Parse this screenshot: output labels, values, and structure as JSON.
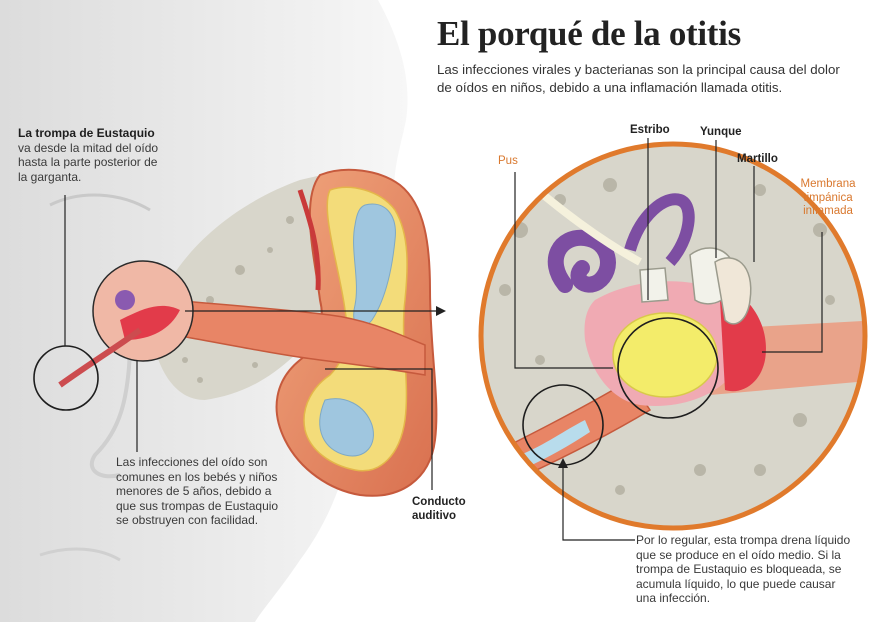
{
  "title": "El porqué de la otitis",
  "subtitle": "Las infecciones virales y bacterianas son la principal causa del dolor de oídos en niños, debido a una inflamación llamada otitis.",
  "notes": {
    "eustachian_title": "La trompa de Eustaquio",
    "eustachian_body": "va desde la mitad del oído hasta la parte posterior de la garganta.",
    "infections": "Las infecciones del oído son comunes en los bebés y niños menores de 5 años, debido a que sus trompas de Eustaquio se obstruyen con facilidad.",
    "drainage": "Por lo regular, esta trompa drena líquido que se produce en el oído medio. Si la trompa de Eustaquio es bloqueada, se acumula líquido, lo que puede causar una infección."
  },
  "labels": {
    "ear_canal": "Conducto auditivo",
    "pus": "Pus",
    "stapes": "Estribo",
    "incus": "Yunque",
    "malleus": "Martillo",
    "eardrum": "Membrana timpánica inflamada"
  },
  "colors": {
    "orange_accent": "#e07a2c",
    "ear_flesh": "#e8906b",
    "fat_yellow": "#f3dc7a",
    "fluid_blue": "#9fc6df",
    "cochlea_purple": "#7d4ea2",
    "inflamed_red": "#e23b4a",
    "pus_yellow": "#f3ec6a",
    "bone_gray": "#cfcfc7"
  }
}
